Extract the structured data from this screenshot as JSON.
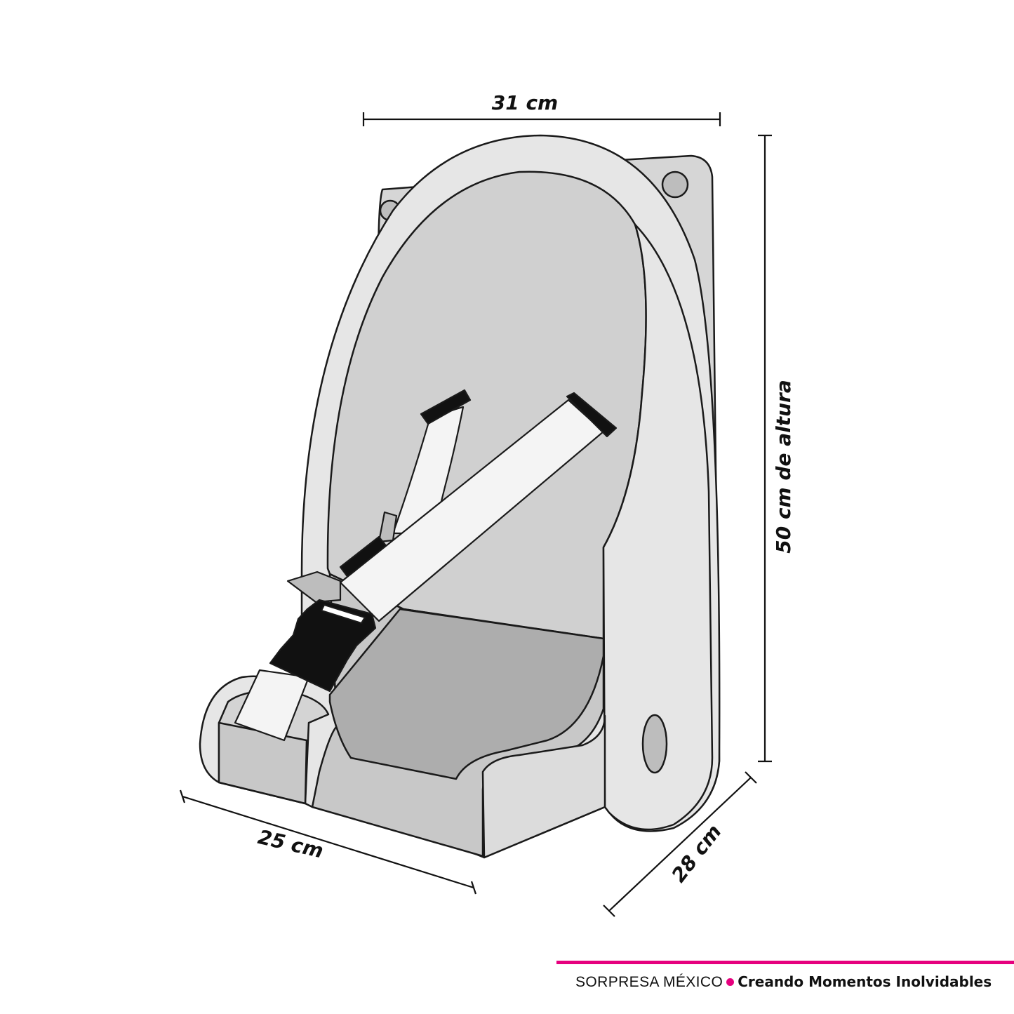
{
  "dimensions": {
    "width": "31 cm",
    "height": "50 cm de altura",
    "front_depth": "25 cm",
    "side_depth": "28 cm"
  },
  "footer": {
    "brand": "SORPRESA MÉXICO",
    "slogan": "Creando Momentos Inolvidables"
  },
  "colors": {
    "accent": "#e6007e",
    "shell": "#e6e6e6",
    "backrest": "#d0d0d0",
    "seat": "#adadad",
    "strap": "#f4f4f4",
    "buckle": "#111111",
    "outline": "#1a1a1a"
  }
}
